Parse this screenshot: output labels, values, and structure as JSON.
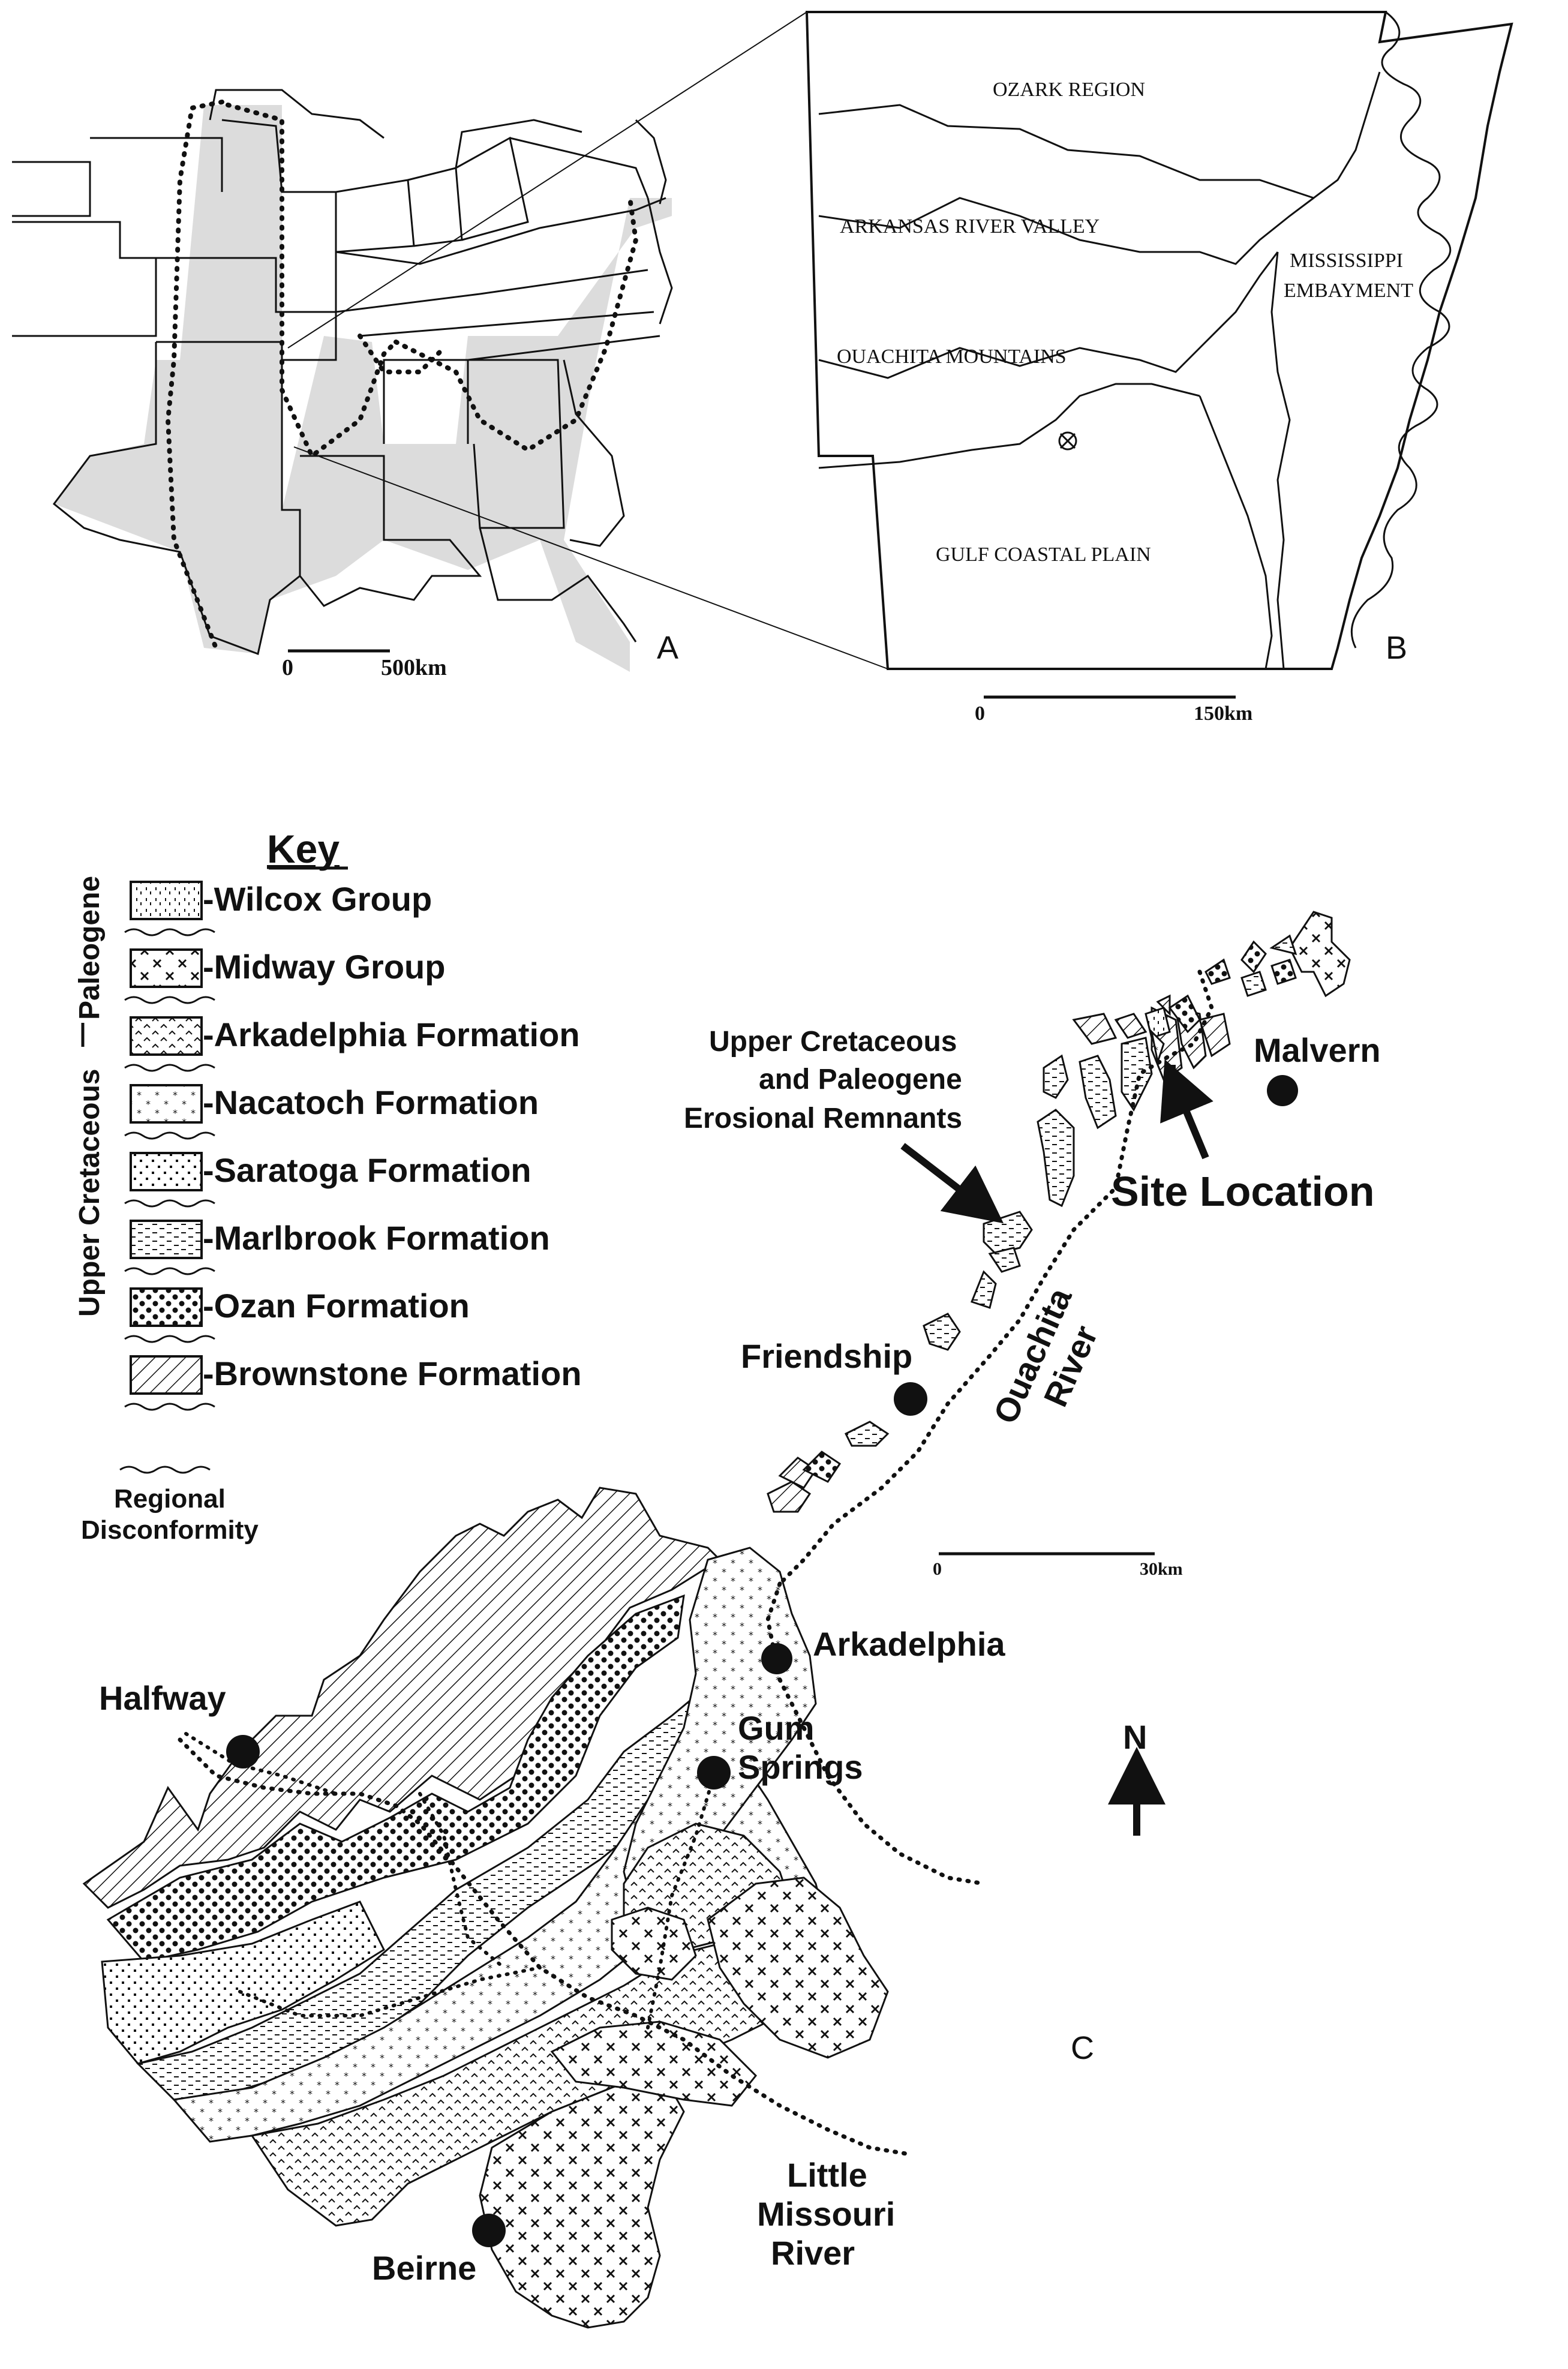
{
  "panels": {
    "a": {
      "label": "A",
      "scale": {
        "start": "0",
        "end": "500km"
      }
    },
    "b": {
      "label": "B",
      "regions": [
        "OZARK REGION",
        "ARKANSAS RIVER VALLEY",
        "OUACHITA MOUNTAINS",
        "GULF COASTAL PLAIN"
      ],
      "embayment": [
        "MISSISSIPPI",
        "EMBAYMENT"
      ],
      "scale": {
        "start": "0",
        "end": "150km"
      }
    },
    "c": {
      "label": "C",
      "scale": {
        "start": "0",
        "end": "30km"
      },
      "north": "N",
      "towns": [
        "Malvern",
        "Friendship",
        "Arkadelphia",
        "Gum",
        "Springs",
        "Halfway",
        "Beirne"
      ],
      "rivers": {
        "ouachita": [
          "Ouachita",
          "River"
        ],
        "little_missouri": [
          "Little",
          "Missouri",
          "River"
        ]
      },
      "site_location": "Site Location",
      "remnants": [
        "Upper Cretaceous",
        "and Paleogene",
        "Erosional Remnants"
      ]
    }
  },
  "key": {
    "title": "Key",
    "eras": {
      "paleogene": "Paleogene",
      "upper_cretaceous": "Upper Cretaceous"
    },
    "units": [
      {
        "label": "-Wilcox Group",
        "pattern": "wilcox"
      },
      {
        "label": "-Midway Group",
        "pattern": "midway"
      },
      {
        "label": "-Arkadelphia Formation",
        "pattern": "arkadelphia"
      },
      {
        "label": "-Nacatoch Formation",
        "pattern": "nacatoch"
      },
      {
        "label": "-Saratoga Formation",
        "pattern": "saratoga"
      },
      {
        "label": "-Marlbrook Formation",
        "pattern": "marlbrook"
      },
      {
        "label": "-Ozan Formation",
        "pattern": "ozan"
      },
      {
        "label": "-Brownstone Formation",
        "pattern": "brownstone"
      }
    ],
    "disconformity": [
      "Regional",
      "Disconformity"
    ]
  },
  "colors": {
    "ink": "#111111",
    "shade": "#dcdcdc",
    "paper": "#ffffff"
  }
}
